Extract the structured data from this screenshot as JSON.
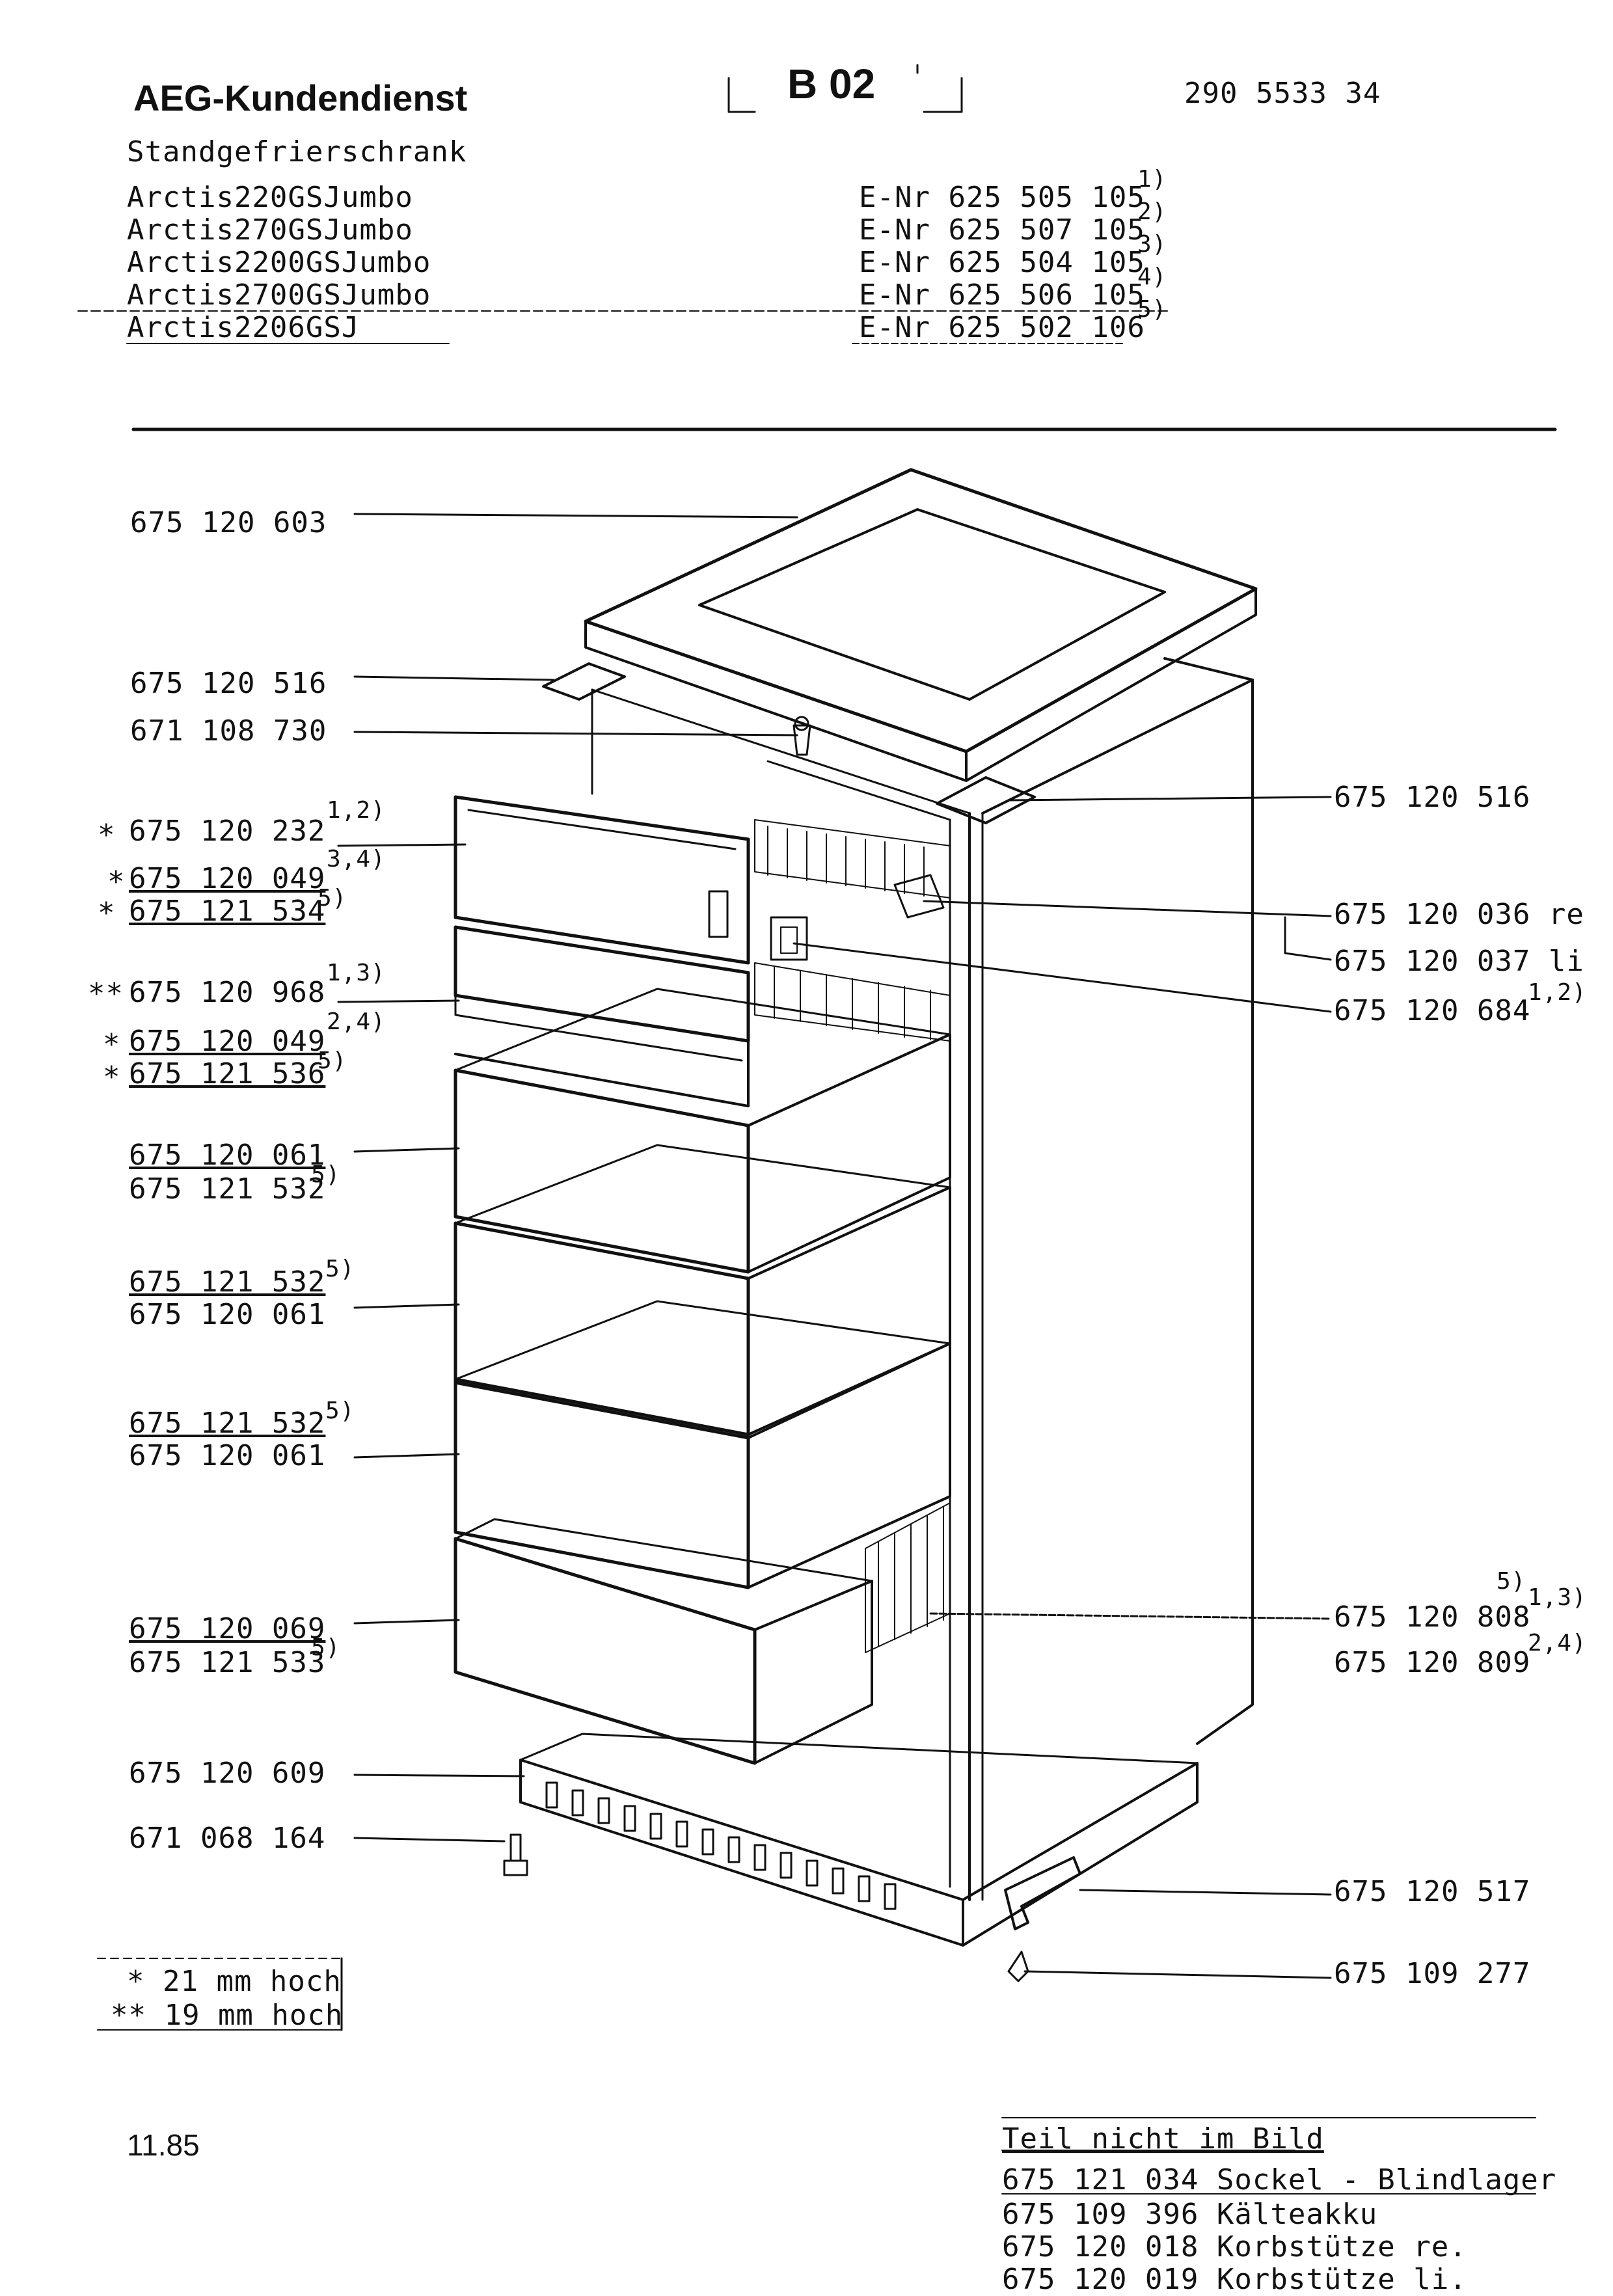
{
  "header": {
    "brand": "AEG-Kundendienst",
    "sheet_code": "B 02",
    "doc_number": "290 5533 34",
    "product_type": "Standgefrierschrank"
  },
  "models": [
    {
      "name": "Arctis",
      "num": "220",
      "type": "GS",
      "variant": "Jumbo",
      "enr": "E-Nr 625 505 105",
      "ref": "1)"
    },
    {
      "name": "Arctis",
      "num": "270",
      "type": "GS",
      "variant": "Jumbo",
      "enr": "E-Nr 625 507 105",
      "ref": "2)"
    },
    {
      "name": "Arctis",
      "num": "2200",
      "type": "GS",
      "variant": "Jumbo",
      "enr": "E-Nr 625 504 105",
      "ref": "3)"
    },
    {
      "name": "Arctis",
      "num": "2700",
      "type": "GS",
      "variant": "Jumbo",
      "enr": "E-Nr 625 506 105",
      "ref": "4)"
    },
    {
      "name": "Arctis",
      "num": "2206",
      "type": "GSJ",
      "variant": "",
      "enr": "E-Nr 625 502 106",
      "ref": "5)"
    }
  ],
  "left_parts": {
    "p1": "675 120 603",
    "p2": "675 120 516",
    "p3": "671 108 730",
    "p4a": "675 120 232",
    "p4a_ref": "1,2)",
    "p4b": "675 120 049",
    "p4b_ref": "3,4)",
    "p4c": "675 121 534",
    "p4c_ref": "5)",
    "p5a": "675 120 968",
    "p5a_ref": "1,3)",
    "p5b": "675 120 049",
    "p5b_ref": "2,4)",
    "p5c": "675 121 536",
    "p5c_ref": "5)",
    "p6a": "675 120 061",
    "p6b": "675 121 532",
    "p6_ref": "5)",
    "p7a": "675 121 532",
    "p7a_ref": "5)",
    "p7b": "675 120 061",
    "p8a": "675 121 532",
    "p8a_ref": "5)",
    "p8b": "675 120 061",
    "p9a": "675 120 069",
    "p9b": "675 121 533",
    "p9_ref": "5)",
    "p10": "675 120 609",
    "p11": "671 068 164",
    "star_single": "*",
    "star_double": "**"
  },
  "right_parts": {
    "r1": "675 120 516",
    "r2": "675 120 036 re",
    "r3": "675 120 037 li",
    "r4": "675 120 684",
    "r4_ref": "1,2)",
    "r5_ref_top": "5)",
    "r5": "675 120 808",
    "r5_ref": "1,3)",
    "r6": "675 120 809",
    "r6_ref": "2,4)",
    "r7": "675 120 517",
    "r8": "675 109 277"
  },
  "notes": {
    "line1": "* 21 mm hoch",
    "line2": "** 19 mm hoch"
  },
  "not_pictured": {
    "title": "Teil nicht im Bild",
    "items": [
      "675 121 034 Sockel - Blindlager",
      "675 109 396 Kälteakku",
      "675 120 018 Korbstütze re.",
      "675 120 019 Korbstütze li."
    ]
  },
  "footer": {
    "date": "11.85"
  }
}
